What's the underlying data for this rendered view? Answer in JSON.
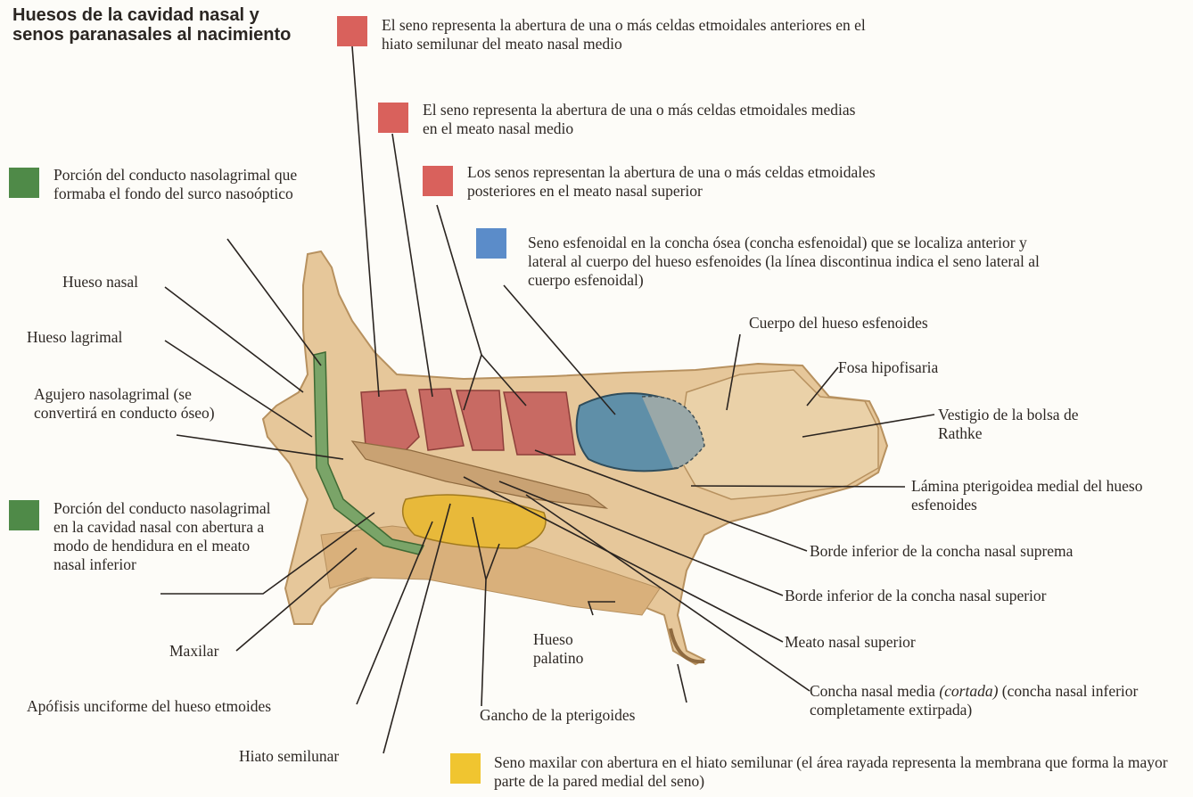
{
  "title": "Huesos de la cavidad nasal y senos paranasales al nacimiento",
  "colors": {
    "red_swatch": "#d9615c",
    "blue_swatch": "#5b8cc9",
    "green_swatch": "#4f8a48",
    "yellow_swatch": "#f0c530",
    "bone": "#e6c79a",
    "sinus_red": "#c86a63",
    "sinus_blue": "#5f8fa8"
  },
  "legend": {
    "red1": "El seno representa la abertura de una o más celdas etmoidales anteriores en el hiato semilunar del meato nasal medio",
    "red2": "El seno representa la abertura de una o más celdas etmoidales medias en el meato nasal medio",
    "red3": "Los senos representan la abertura de una o más celdas etmoidales posteriores en el meato nasal superior",
    "blue": "Seno esfenoidal en la concha ósea (concha esfenoidal) que se localiza anterior y lateral al cuerpo del hueso esfenoides (la línea discontinua indica el seno lateral al cuerpo esfenoidal)",
    "green1": "Porción del conducto nasolagrimal que formaba el fondo del surco nasoóptico",
    "green2": "Porción del conducto nasolagrimal en la cavidad nasal con abertura a modo de hendidura en el meato nasal inferior",
    "yellow": "Seno maxilar con abertura en el hiato semilunar (el área rayada representa la membrana que forma la mayor parte de la pared medial del seno)"
  },
  "labels": {
    "hueso_nasal": "Hueso nasal",
    "hueso_lagrimal": "Hueso lagrimal",
    "agujero": "Agujero nasolagrimal (se convertirá en conducto óseo)",
    "maxilar": "Maxilar",
    "apofisis": "Apófisis unciforme del hueso etmoides",
    "hiato": "Hiato semilunar",
    "gancho": "Gancho de la pterigoides",
    "hueso_palatino": "Hueso palatino",
    "cuerpo": "Cuerpo del hueso esfenoides",
    "fosa": "Fosa hipofisaria",
    "vestigio": "Vestigio de la bolsa de Rathke",
    "lamina": "Lámina pterigoidea medial del hueso esfenoides",
    "borde_suprema": "Borde inferior de la concha nasal suprema",
    "borde_superior": "Borde inferior de la concha nasal superior",
    "meato": "Meato nasal superior",
    "concha_a": "Concha nasal media ",
    "concha_b": "(cortada)",
    "concha_c": " (concha nasal inferior completamente extirpada)"
  }
}
